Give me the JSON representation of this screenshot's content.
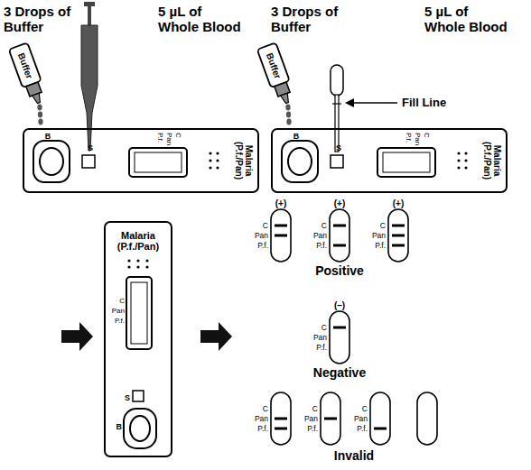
{
  "diagram": {
    "nodes": [
      {
        "text": [
          "B",
          "S",
          "C",
          "Pan",
          "P.f.",
          "Malaria (P.f./Pan)"
        ]
      },
      {
        "text": [
          "B",
          "S",
          "C",
          "Pan",
          "P.f.",
          "Malaria (P.f./Pan)"
        ]
      },
      {
        "text": [
          "Malaria (P.f./Pan)",
          "C",
          "Pan",
          "P.f.",
          "S",
          "B"
        ]
      }
    ],
    "labels": [
      "3 Drops of Buffer",
      "5 µL of Whole Blood",
      "Buffer",
      "3 Drops of Buffer",
      "5 µL of Whole Blood",
      "Buffer",
      "Fill Line",
      "(+)",
      "C",
      "Pan",
      "P.f.",
      "(+)",
      "C",
      "Pan",
      "P.f.",
      "(+)",
      "C",
      "Pan",
      "P.f.",
      "Positive",
      "(–)",
      "C",
      "Pan",
      "P.f.",
      "Negative",
      "C",
      "Pan",
      "P.f.",
      "C",
      "Pan",
      "P.f.",
      "C",
      "Pan",
      "P.f.",
      "Invalid"
    ]
  }
}
